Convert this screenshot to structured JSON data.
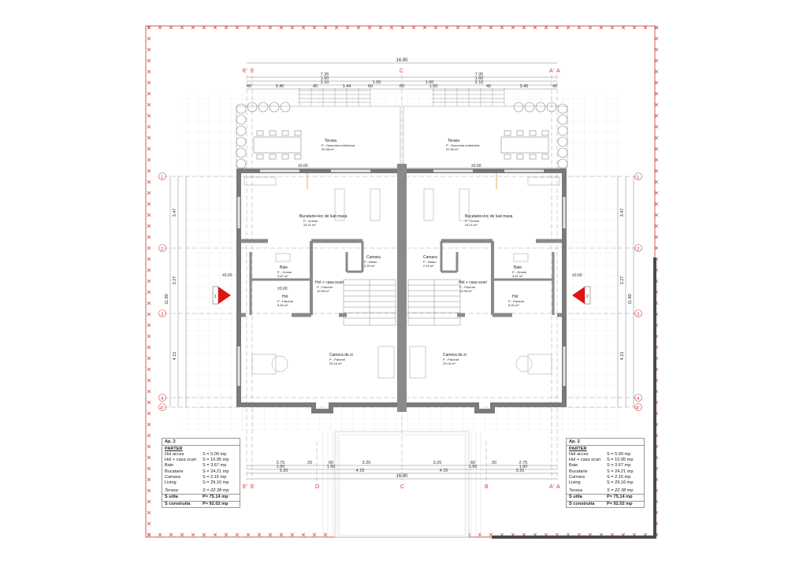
{
  "axes": {
    "top": [
      "E'",
      "E",
      "C",
      "A'",
      "A"
    ],
    "bottom": [
      "E'",
      "E",
      "D",
      "C",
      "B",
      "A'",
      "A"
    ],
    "left": [
      "1",
      "2",
      "3",
      "4",
      "4'"
    ],
    "right": [
      "1",
      "2",
      "3",
      "4",
      "4'"
    ]
  },
  "dims": {
    "total_width": "16.80",
    "top_row1": [
      "7.35",
      "7.35"
    ],
    "top_row2": [
      "1.60",
      "1.60"
    ],
    "top_row3": [
      "2.10",
      "1.00",
      "1.00",
      "2.10"
    ],
    "top_row4": [
      "40",
      "3.40",
      "40",
      "1.44",
      "60",
      "60",
      "1.50",
      "40",
      "3.40",
      "40"
    ],
    "left_outer": "11.80",
    "left_inner": [
      "3.47",
      "3.27",
      "4.15"
    ],
    "bottom_row1": [
      "2.75",
      "20",
      "60",
      "3.20",
      "3.20",
      "60",
      "20",
      "2.75"
    ],
    "bottom_row2": [
      "1.60",
      "1.50",
      "1.50",
      "1.60"
    ],
    "bottom_row3": [
      "3.20",
      "4.15",
      "4.15",
      "3.20"
    ],
    "bottom_total": "16.80"
  },
  "rooms_left": [
    {
      "name": "Terasa",
      "floor": "P - Dusumea exterioara",
      "area": "22.38 m²"
    },
    {
      "name": "Bucatarie+loc de luat masa",
      "floor": "P - Gresie",
      "area": "24.21 m²"
    },
    {
      "name": "Camara",
      "floor": "P - Beton",
      "area": "2.15 m²"
    },
    {
      "name": "Baie",
      "floor": "P - Gresie",
      "area": "3.67 m²"
    },
    {
      "name": "Hol + casa scari",
      "floor": "P - Parchet",
      "area": "10.95 m²"
    },
    {
      "name": "Hol",
      "floor": "P - Parchet",
      "area": "5.00 m²"
    },
    {
      "name": "Camera de zi",
      "floor": "P - Parchet",
      "area": "29.16 m²"
    }
  ],
  "rooms_right": [
    {
      "name": "Terasa",
      "floor": "P - Dusumea exterioara",
      "area": "22.38 m²"
    },
    {
      "name": "Bucatarie+loc de luat masa",
      "floor": "P - Gresie",
      "area": "24.21 m²"
    },
    {
      "name": "Camara",
      "floor": "P - Beton",
      "area": "2.15 m²"
    },
    {
      "name": "Baie",
      "floor": "P - Gresie",
      "area": "3.67 m²"
    },
    {
      "name": "Hol + casa scari",
      "floor": "P - Parchet",
      "area": "10.95 m²"
    },
    {
      "name": "Hol",
      "floor": "P - Parchet",
      "area": "5.00 m²"
    },
    {
      "name": "Camera de zi",
      "floor": "P - Parchet",
      "area": "29.16 m²"
    }
  ],
  "levels": {
    "terrace": "±0.00",
    "interior": "±0.00"
  },
  "sections": {
    "left": "1",
    "right": "2"
  },
  "summary_left": {
    "title": "Ap. 2",
    "subtitle": "PARTER",
    "rows": [
      {
        "k": "Hol acces",
        "v": "S = 5.00 mp"
      },
      {
        "k": "Hol + casa scari",
        "v": "S = 10.95 mp"
      },
      {
        "k": "Baie",
        "v": "S = 3.67 mp"
      },
      {
        "k": "Bucatarie",
        "v": "S = 24.21 mp"
      },
      {
        "k": "Camara",
        "v": "S = 2.15 mp"
      },
      {
        "k": "Living",
        "v": "S = 29.16 mp"
      }
    ],
    "terrace": {
      "k": "Terasa",
      "v": "S = 22.38 mp"
    },
    "util": {
      "k": "S utila",
      "v": "P= 75.14 mp"
    },
    "built": {
      "k": "S construita",
      "v": "P= 92.02 mp"
    }
  },
  "summary_right": {
    "title": "Ap. 2",
    "subtitle": "PARTER",
    "rows": [
      {
        "k": "Hol acces",
        "v": "S = 5.00 mp"
      },
      {
        "k": "Hol + casa scari",
        "v": "S = 10.95 mp"
      },
      {
        "k": "Baie",
        "v": "S = 3.67 mp"
      },
      {
        "k": "Bucatarie",
        "v": "S = 24.21 mp"
      },
      {
        "k": "Camara",
        "v": "S = 2.15 mp"
      },
      {
        "k": "Living",
        "v": "S = 29.16 mp"
      }
    ],
    "terrace": {
      "k": "Terasa",
      "v": "S = 22.38 mp"
    },
    "util": {
      "k": "S utila",
      "v": "P= 75.14 mp"
    },
    "built": {
      "k": "S construita",
      "v": "P= 92.02 mp"
    }
  },
  "colors": {
    "wall": "#8a8a8a",
    "line": "#555555",
    "axis_red": "#d23a3a",
    "section_red": "#e01414",
    "fence": "#c83232"
  }
}
